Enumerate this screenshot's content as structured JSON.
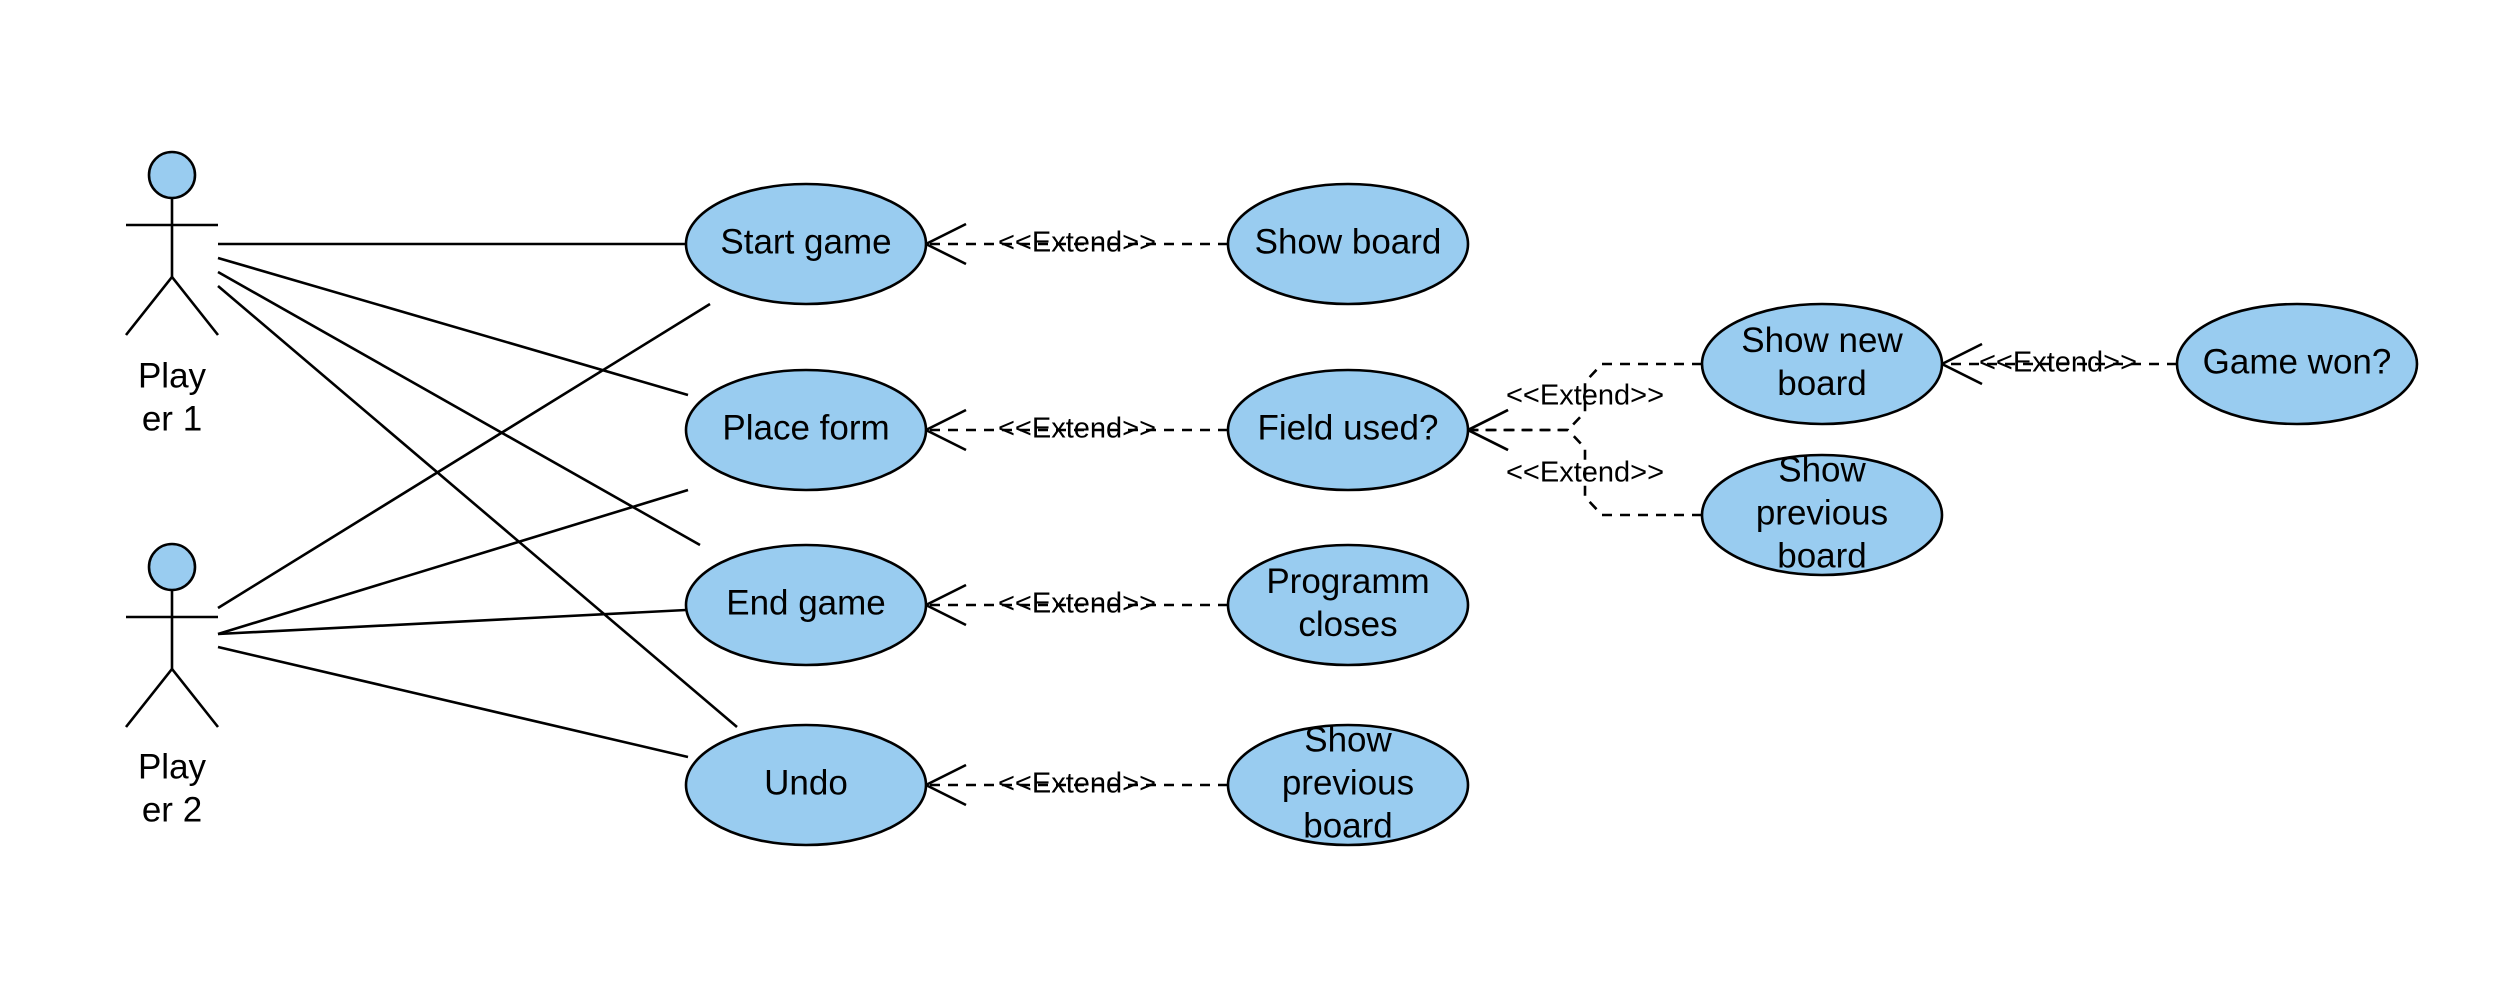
{
  "actors": [
    {
      "id": "player1",
      "label_lines": [
        "Play",
        "er 1"
      ]
    },
    {
      "id": "player2",
      "label_lines": [
        "Play",
        "er 2"
      ]
    }
  ],
  "use_cases": [
    {
      "id": "start_game",
      "lines": [
        "Start game"
      ]
    },
    {
      "id": "place_form",
      "lines": [
        "Place form"
      ]
    },
    {
      "id": "end_game",
      "lines": [
        "End game"
      ]
    },
    {
      "id": "undo",
      "lines": [
        "Undo"
      ]
    },
    {
      "id": "show_board",
      "lines": [
        "Show board"
      ]
    },
    {
      "id": "field_used",
      "lines": [
        "Field used?"
      ]
    },
    {
      "id": "programm_closes",
      "lines": [
        "Programm",
        "closes"
      ]
    },
    {
      "id": "show_previous_board_1",
      "lines": [
        "Show",
        "previous",
        "board"
      ]
    },
    {
      "id": "show_new_board",
      "lines": [
        "Show new",
        "board"
      ]
    },
    {
      "id": "show_previous_board_2",
      "lines": [
        "Show",
        "previous",
        "board"
      ]
    },
    {
      "id": "game_won",
      "lines": [
        "Game won?"
      ]
    }
  ],
  "associations": [
    [
      "player1",
      "start_game"
    ],
    [
      "player1",
      "place_form"
    ],
    [
      "player1",
      "end_game"
    ],
    [
      "player1",
      "undo"
    ],
    [
      "player2",
      "start_game"
    ],
    [
      "player2",
      "place_form"
    ],
    [
      "player2",
      "end_game"
    ],
    [
      "player2",
      "undo"
    ]
  ],
  "extend_label": "<<Extend>>",
  "extends": [
    {
      "from": "show_board",
      "to": "start_game"
    },
    {
      "from": "field_used",
      "to": "place_form"
    },
    {
      "from": "programm_closes",
      "to": "end_game"
    },
    {
      "from": "show_previous_board_1",
      "to": "undo"
    },
    {
      "from": "show_new_board",
      "to": "field_used"
    },
    {
      "from": "show_previous_board_2",
      "to": "field_used"
    },
    {
      "from": "game_won",
      "to": "show_new_board"
    }
  ],
  "colors": {
    "use_case_fill": "#99ccf0",
    "stroke": "#000000",
    "background": "#ffffff"
  }
}
